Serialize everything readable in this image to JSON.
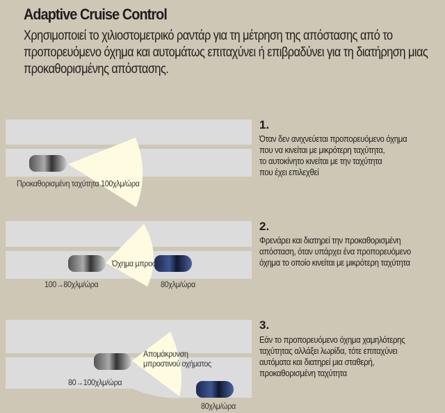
{
  "title": "Adaptive Cruise Control",
  "intro": "Χρησιμοποιεί το χιλιοστομετρικό ραντάρ για τη μέτρηση της απόστασης από το προπορευόμενο όχημα και αυτομάτως επιταχύνει ή επιβραδύνει για τη διατήρηση μιας προκαθορισμένης απόστασης.",
  "panels": [
    {
      "number": "1.",
      "lines": [
        "Όταν δεν ανιχνεύεται προπορευόμενο όχημα",
        "που να κινείται με μικρότερη ταχύτητα,",
        "το αυτοκίνητο κινείται με την ταχύτητα",
        "που έχει επιλεχθεί"
      ],
      "label": "Προκαθορισμένη ταχύτητα 100χλμ/ώρα"
    },
    {
      "number": "2.",
      "lines": [
        "Φρενάρει και διατηρεί την προκαθορισμένη",
        "απόσταση, όταν υπάρχει ένα προπορευόμενο",
        "όχημα το οποίο κινείται με μικρότερη ταχύτητα"
      ],
      "label_front": "Όχημα μπροστά",
      "speed_own": "100→80χλμ/ώρα",
      "speed_front": "80χλμ/ώρα"
    },
    {
      "number": "3.",
      "lines": [
        "Εάν το προπορευόμενο όχημα χαμηλότερης",
        "ταχύτητας αλλάξει λωρίδα, τότε επιταχύνει",
        "αυτόματα και διατηρεί μια σταθερή,",
        "προκαθορισμένη ταχύτητα"
      ],
      "label_front_1": "Απομάκρυνση",
      "label_front_2": "μπροστινού οχήματος",
      "speed_own": "80→100χλμ/ώρα",
      "speed_front": "80χλμ/ώρα"
    }
  ]
}
